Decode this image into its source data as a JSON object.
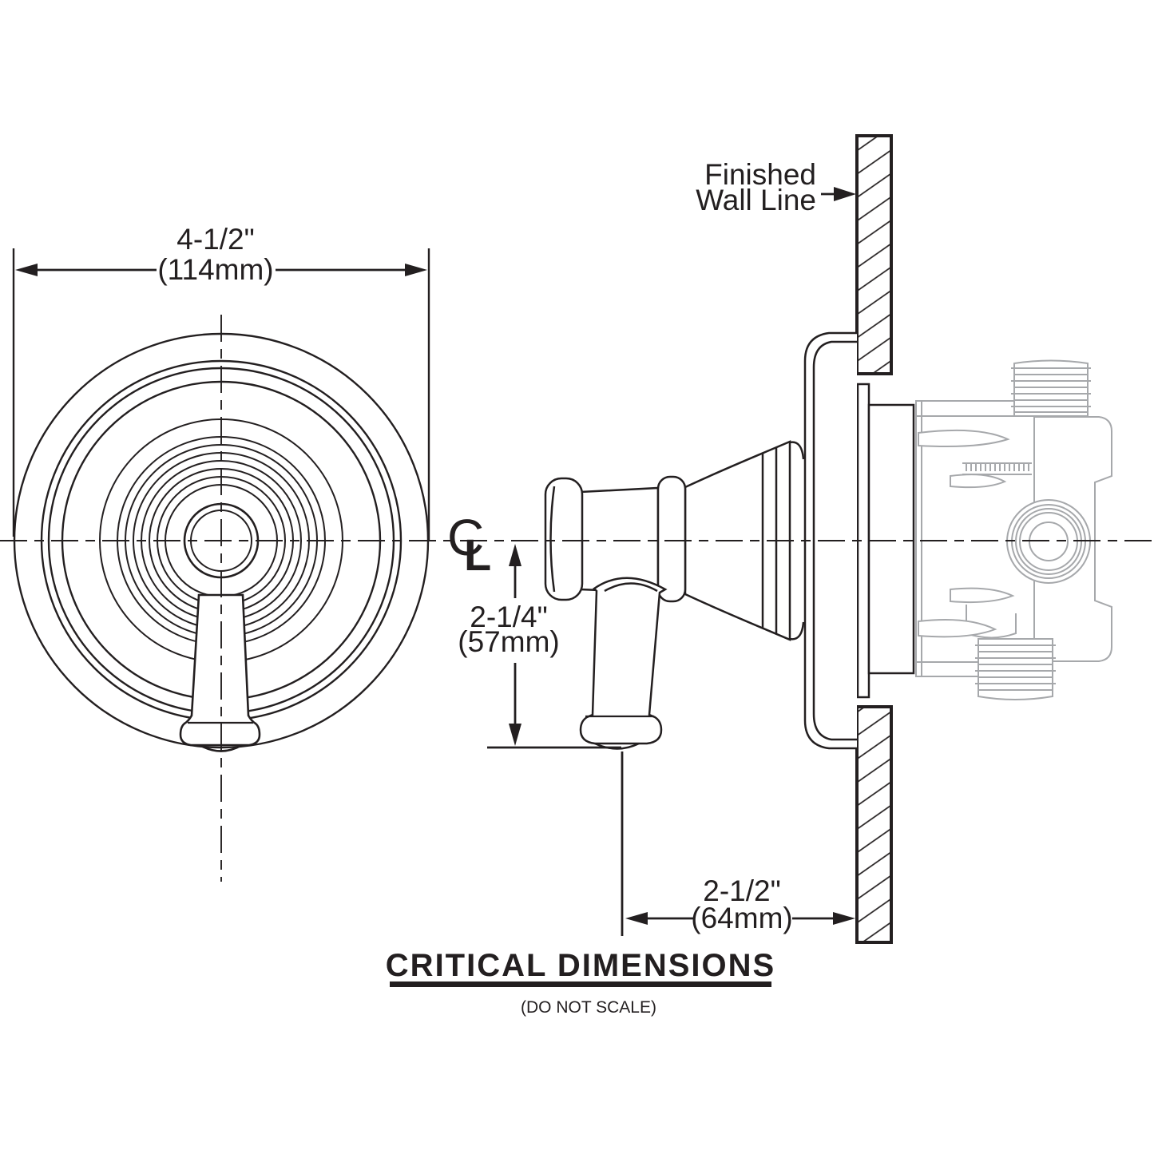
{
  "colors": {
    "line": "#231f20",
    "gray": "#a6a8ab",
    "background": "#ffffff"
  },
  "front_view": {
    "plate_width_in": "4-1/2\"",
    "plate_width_mm": "(114mm)"
  },
  "side_view": {
    "wall_label_line1": "Finished",
    "wall_label_line2": "Wall Line",
    "centerline_c": "C",
    "centerline_l": "L",
    "handle_drop_in": "2-1/4\"",
    "handle_drop_mm": "(57mm)",
    "wall_offset_in": "2-1/2\"",
    "wall_offset_mm": "(64mm)"
  },
  "footer": {
    "title": "CRITICAL DIMENSIONS",
    "note": "(DO NOT SCALE)"
  }
}
